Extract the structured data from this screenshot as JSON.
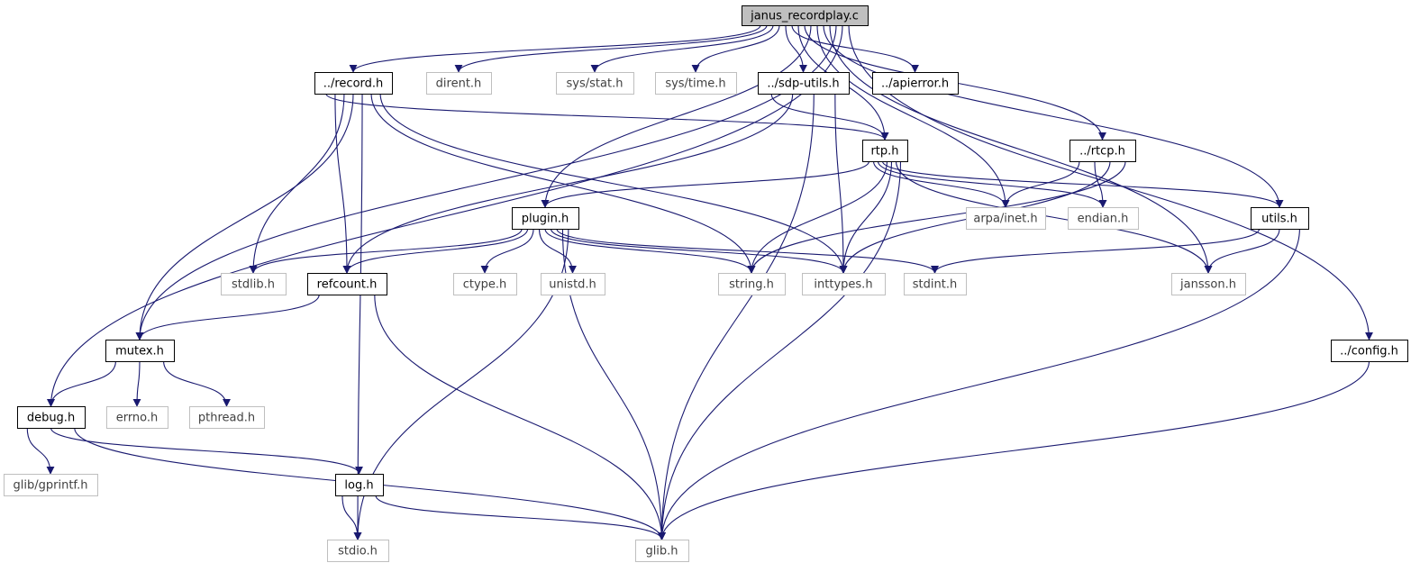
{
  "graph": {
    "title": "janus_recordplay.c",
    "colors": {
      "edge": "#191970",
      "root_fill": "#bfbfbf",
      "documented_border": "#000000",
      "external_border": "#bfbfbf",
      "documented_text": "#000000",
      "external_text": "#404040"
    },
    "nodes": [
      {
        "id": "root",
        "label": "janus_recordplay.c",
        "kind": "root"
      },
      {
        "id": "record",
        "label": "../record.h",
        "kind": "documented"
      },
      {
        "id": "dirent",
        "label": "dirent.h",
        "kind": "external"
      },
      {
        "id": "sysstat",
        "label": "sys/stat.h",
        "kind": "external"
      },
      {
        "id": "systime",
        "label": "sys/time.h",
        "kind": "external"
      },
      {
        "id": "sdputils",
        "label": "../sdp-utils.h",
        "kind": "documented"
      },
      {
        "id": "apierror",
        "label": "../apierror.h",
        "kind": "documented"
      },
      {
        "id": "rtp",
        "label": "rtp.h",
        "kind": "documented"
      },
      {
        "id": "rtcp",
        "label": "../rtcp.h",
        "kind": "documented"
      },
      {
        "id": "plugin",
        "label": "plugin.h",
        "kind": "documented"
      },
      {
        "id": "arpainet",
        "label": "arpa/inet.h",
        "kind": "external"
      },
      {
        "id": "endian",
        "label": "endian.h",
        "kind": "external"
      },
      {
        "id": "utils",
        "label": "utils.h",
        "kind": "documented"
      },
      {
        "id": "stdlib",
        "label": "stdlib.h",
        "kind": "external"
      },
      {
        "id": "refcount",
        "label": "refcount.h",
        "kind": "documented"
      },
      {
        "id": "ctype",
        "label": "ctype.h",
        "kind": "external"
      },
      {
        "id": "unistd",
        "label": "unistd.h",
        "kind": "external"
      },
      {
        "id": "string",
        "label": "string.h",
        "kind": "external"
      },
      {
        "id": "inttypes",
        "label": "inttypes.h",
        "kind": "external"
      },
      {
        "id": "stdint",
        "label": "stdint.h",
        "kind": "external"
      },
      {
        "id": "jansson",
        "label": "jansson.h",
        "kind": "external"
      },
      {
        "id": "mutex",
        "label": "mutex.h",
        "kind": "documented"
      },
      {
        "id": "config",
        "label": "../config.h",
        "kind": "documented"
      },
      {
        "id": "debug",
        "label": "debug.h",
        "kind": "documented"
      },
      {
        "id": "errno",
        "label": "errno.h",
        "kind": "external"
      },
      {
        "id": "pthread",
        "label": "pthread.h",
        "kind": "external"
      },
      {
        "id": "gprintf",
        "label": "glib/gprintf.h",
        "kind": "external"
      },
      {
        "id": "log",
        "label": "log.h",
        "kind": "documented"
      },
      {
        "id": "stdio",
        "label": "stdio.h",
        "kind": "external"
      },
      {
        "id": "glib",
        "label": "glib.h",
        "kind": "external"
      }
    ],
    "edges": [
      [
        "root",
        "record"
      ],
      [
        "root",
        "dirent"
      ],
      [
        "root",
        "sysstat"
      ],
      [
        "root",
        "systime"
      ],
      [
        "root",
        "sdputils"
      ],
      [
        "root",
        "apierror"
      ],
      [
        "root",
        "rtp"
      ],
      [
        "root",
        "rtcp"
      ],
      [
        "root",
        "plugin"
      ],
      [
        "root",
        "arpainet"
      ],
      [
        "root",
        "utils"
      ],
      [
        "root",
        "jansson"
      ],
      [
        "root",
        "mutex"
      ],
      [
        "root",
        "debug"
      ],
      [
        "root",
        "config"
      ],
      [
        "record",
        "rtp"
      ],
      [
        "record",
        "refcount"
      ],
      [
        "record",
        "stdlib"
      ],
      [
        "record",
        "mutex"
      ],
      [
        "record",
        "stdio"
      ],
      [
        "record",
        "string"
      ],
      [
        "record",
        "inttypes"
      ],
      [
        "sdputils",
        "rtp"
      ],
      [
        "sdputils",
        "refcount"
      ],
      [
        "sdputils",
        "glib"
      ],
      [
        "sdputils",
        "inttypes"
      ],
      [
        "rtp",
        "plugin"
      ],
      [
        "rtp",
        "arpainet"
      ],
      [
        "rtp",
        "endian"
      ],
      [
        "rtp",
        "utils"
      ],
      [
        "rtp",
        "string"
      ],
      [
        "rtp",
        "inttypes"
      ],
      [
        "rtp",
        "jansson"
      ],
      [
        "rtp",
        "glib"
      ],
      [
        "rtcp",
        "arpainet"
      ],
      [
        "rtcp",
        "endian"
      ],
      [
        "rtcp",
        "inttypes"
      ],
      [
        "rtcp",
        "string"
      ],
      [
        "plugin",
        "stdlib"
      ],
      [
        "plugin",
        "refcount"
      ],
      [
        "plugin",
        "ctype"
      ],
      [
        "plugin",
        "unistd"
      ],
      [
        "plugin",
        "string"
      ],
      [
        "plugin",
        "inttypes"
      ],
      [
        "plugin",
        "stdint"
      ],
      [
        "plugin",
        "glib"
      ],
      [
        "plugin",
        "stdio"
      ],
      [
        "utils",
        "stdint"
      ],
      [
        "utils",
        "jansson"
      ],
      [
        "utils",
        "glib"
      ],
      [
        "refcount",
        "mutex"
      ],
      [
        "refcount",
        "glib"
      ],
      [
        "mutex",
        "debug"
      ],
      [
        "mutex",
        "errno"
      ],
      [
        "mutex",
        "pthread"
      ],
      [
        "debug",
        "gprintf"
      ],
      [
        "debug",
        "log"
      ],
      [
        "debug",
        "glib"
      ],
      [
        "log",
        "stdio"
      ],
      [
        "log",
        "glib"
      ],
      [
        "config",
        "glib"
      ]
    ]
  }
}
